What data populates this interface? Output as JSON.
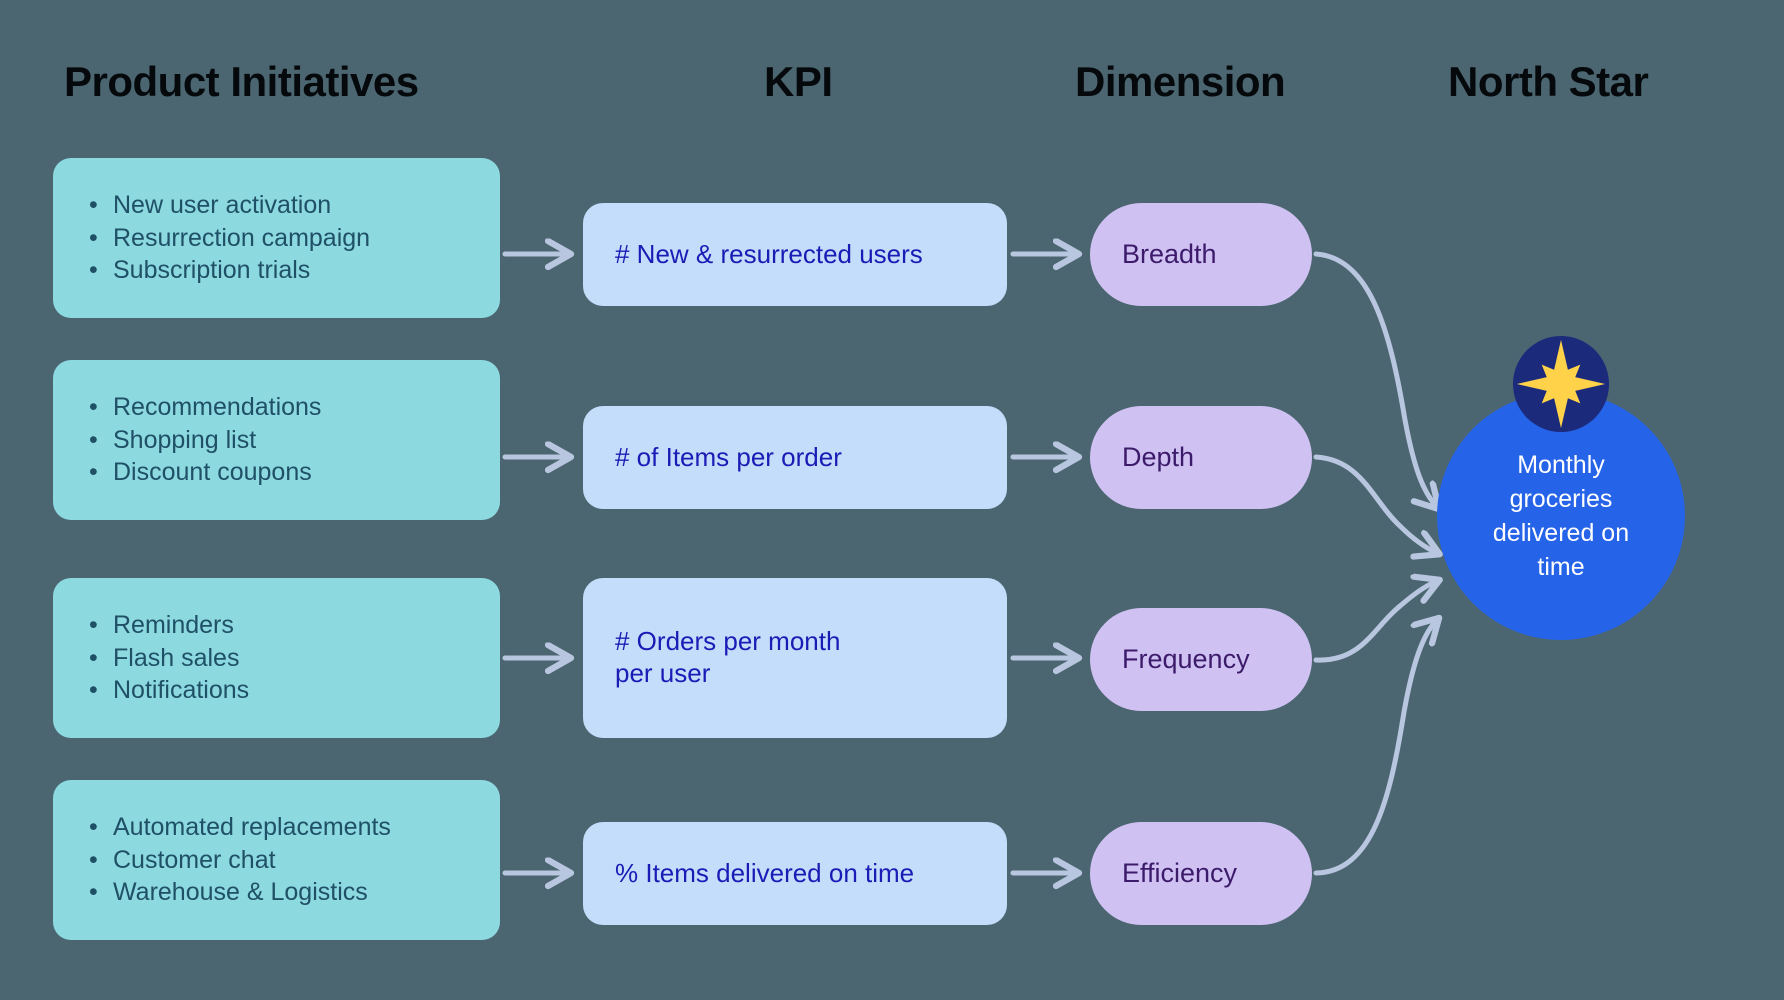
{
  "background_color": "#4b6671",
  "columns": [
    {
      "id": "product-initiatives",
      "label": "Product Initiatives"
    },
    {
      "id": "kpi",
      "label": "KPI"
    },
    {
      "id": "dimension",
      "label": "Dimension"
    },
    {
      "id": "north-star",
      "label": "North Star"
    }
  ],
  "headers": {
    "initiatives": "Product Initiatives",
    "kpi": "KPI",
    "dimension": "Dimension",
    "north_star": "North Star"
  },
  "colors": {
    "background": "#4b6671",
    "initiative_card": "#8cd9e0",
    "initiative_text": "#1f5066",
    "kpi_box": "#c4ddfb",
    "kpi_text": "#1b1bb5",
    "dimension_pill": "#cfc2f3",
    "dimension_text": "#3d1b6b",
    "north_star_circle": "#2563e8",
    "north_star_text": "#ffffff",
    "star_badge_circle": "#1b2a7b",
    "star_glyph": "#ffd24a",
    "arrow": "#b9c6e0",
    "header_text": "#05090c"
  },
  "bullet_glyph": "•",
  "rows": [
    {
      "initiatives": [
        "New user activation",
        "Resurrection campaign",
        "Subscription trials"
      ],
      "kpi": "# New & resurrected users",
      "dimension": "Breadth"
    },
    {
      "initiatives": [
        "Recommendations",
        "Shopping list",
        "Discount coupons"
      ],
      "kpi": "# of Items per order",
      "dimension": "Depth"
    },
    {
      "initiatives": [
        "Reminders",
        "Flash sales",
        "Notifications"
      ],
      "kpi": "# Orders per month\nper user",
      "dimension": "Frequency"
    },
    {
      "initiatives": [
        "Automated replacements",
        "Customer chat",
        "Warehouse & Logistics"
      ],
      "kpi": "% Items delivered on time",
      "dimension": "Efficiency"
    }
  ],
  "north_star": {
    "label": "Monthly\ngroceries\ndelivered on\ntime",
    "icon": "north-star-badge"
  }
}
